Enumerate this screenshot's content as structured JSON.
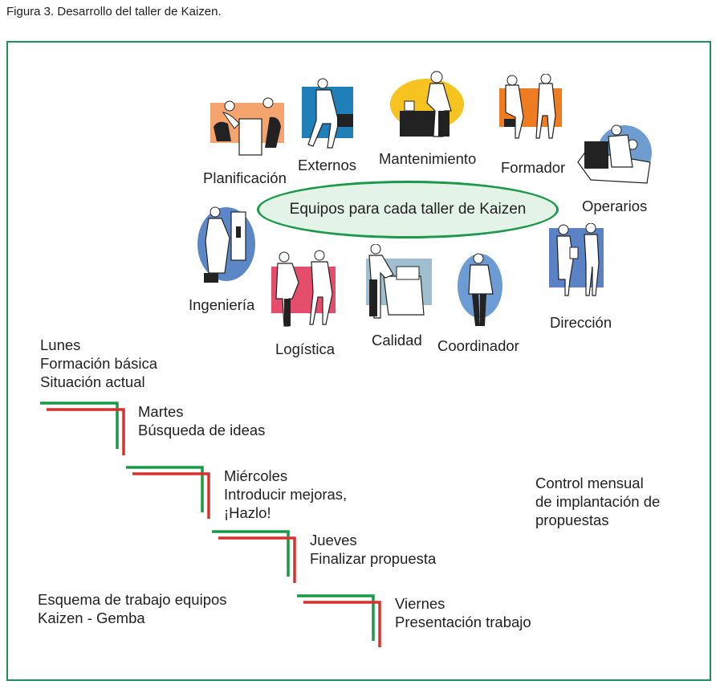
{
  "caption": "Figura 3. Desarrollo del taller de Kaizen.",
  "center": {
    "label": "Equipos para cada taller de Kaizen"
  },
  "teams": [
    {
      "id": "planificacion",
      "label": "Planificación",
      "icon": "meeting-desk-icon",
      "bg": "#f4a46c"
    },
    {
      "id": "externos",
      "label": "Externos",
      "icon": "walking-man-briefcase-icon",
      "bg": "#1f7fb8"
    },
    {
      "id": "mantenimiento",
      "label": "Mantenimiento",
      "icon": "technician-machine-icon",
      "bg": "#f6c321"
    },
    {
      "id": "formador",
      "label": "Formador",
      "icon": "two-people-talking-icon",
      "bg": "#f07c22"
    },
    {
      "id": "operarios",
      "label": "Operarios",
      "icon": "workers-computer-icon",
      "bg": "#6f9dd0"
    },
    {
      "id": "ingenieria",
      "label": "Ingeniería",
      "icon": "engineer-panel-icon",
      "bg": "#5c87c6"
    },
    {
      "id": "logistica",
      "label": "Logística",
      "icon": "two-men-talking-icon",
      "bg": "#e44e6a"
    },
    {
      "id": "calidad",
      "label": "Calidad",
      "icon": "inspector-machine-icon",
      "bg": "#9fbfd0"
    },
    {
      "id": "coordinador",
      "label": "Coordinador",
      "icon": "man-on-phone-icon",
      "bg": "#6d9bd3"
    },
    {
      "id": "direccion",
      "label": "Dirección",
      "icon": "managers-talking-icon",
      "bg": "#5a82c4"
    }
  ],
  "days": [
    {
      "day": "Lunes",
      "lines": [
        "Formación básica",
        "Situación actual"
      ]
    },
    {
      "day": "Martes",
      "lines": [
        "Búsqueda de ideas"
      ]
    },
    {
      "day": "Miércoles",
      "lines": [
        "Introducir mejoras,",
        "¡Hazlo!"
      ]
    },
    {
      "day": "Jueves",
      "lines": [
        "Finalizar propuesta"
      ]
    },
    {
      "day": "Viernes",
      "lines": [
        "Presentación trabajo"
      ]
    }
  ],
  "notes": {
    "control": [
      "Control mensual",
      "de implantación de",
      "propuestas"
    ],
    "scheme": [
      "Esquema de trabajo equipos",
      "Kaizen - Gemba"
    ]
  },
  "colors": {
    "frame": "#1f8f5a",
    "step_green": "#1a9a48",
    "step_red": "#d8322f",
    "ellipse_fill": "#e4f3e8"
  }
}
